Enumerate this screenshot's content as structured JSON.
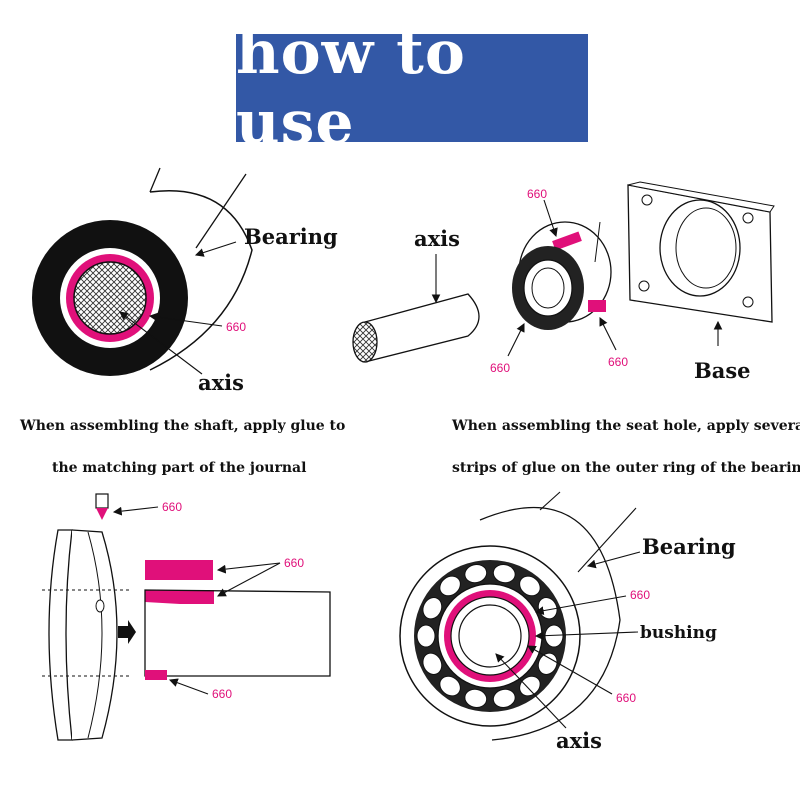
{
  "title": "how to use",
  "colors": {
    "banner": "#3358a6",
    "glue": "#e0107a",
    "ink": "#111111"
  },
  "panel1": {
    "bearing_label": "Bearing",
    "glue_code": "660",
    "axis_label": "axis"
  },
  "panel2": {
    "axis_label": "axis",
    "glue_code_top": "660",
    "glue_code_left": "660",
    "glue_code_right": "660",
    "base_label": "Base"
  },
  "captions": {
    "left_line1": "When assembling the shaft, apply glue to",
    "left_line2": "the matching part of the journal",
    "right_line1": "When assembling the seat hole, apply several",
    "right_line2": "strips of glue on the outer ring of the bearing"
  },
  "panel3": {
    "glue_code_nozzle": "660",
    "glue_code_strips": "660",
    "glue_code_bottom": "660"
  },
  "panel4": {
    "bearing_label": "Bearing",
    "glue_code_top": "660",
    "bushing_label": "bushing",
    "glue_code_bottom": "660",
    "axis_label": "axis"
  }
}
